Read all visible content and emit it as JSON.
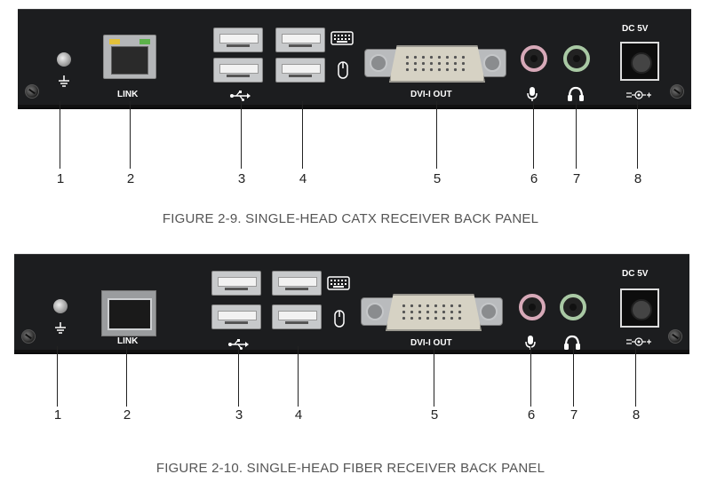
{
  "figures": [
    {
      "caption": "FIGURE 2-9. SINGLE-HEAD CATX RECEIVER BACK PANEL",
      "panel_labels": {
        "link": "LINK",
        "dvi": "DVI-I OUT",
        "dc": "DC 5V"
      },
      "callouts": [
        "1",
        "2",
        "3",
        "4",
        "5",
        "6",
        "7",
        "8"
      ]
    },
    {
      "caption": "FIGURE 2-10. SINGLE-HEAD FIBER RECEIVER BACK PANEL",
      "panel_labels": {
        "link": "LINK",
        "dvi": "DVI-I OUT",
        "dc": "DC 5V"
      },
      "callouts": [
        "1",
        "2",
        "3",
        "4",
        "5",
        "6",
        "7",
        "8"
      ]
    }
  ],
  "icons": {
    "ground": "ground-icon",
    "usb": "usb-icon",
    "keyboard": "keyboard-icon",
    "mouse": "mouse-icon",
    "microphone": "microphone-icon",
    "headphones": "headphones-icon",
    "dc_polarity": "dc-polarity-icon"
  }
}
